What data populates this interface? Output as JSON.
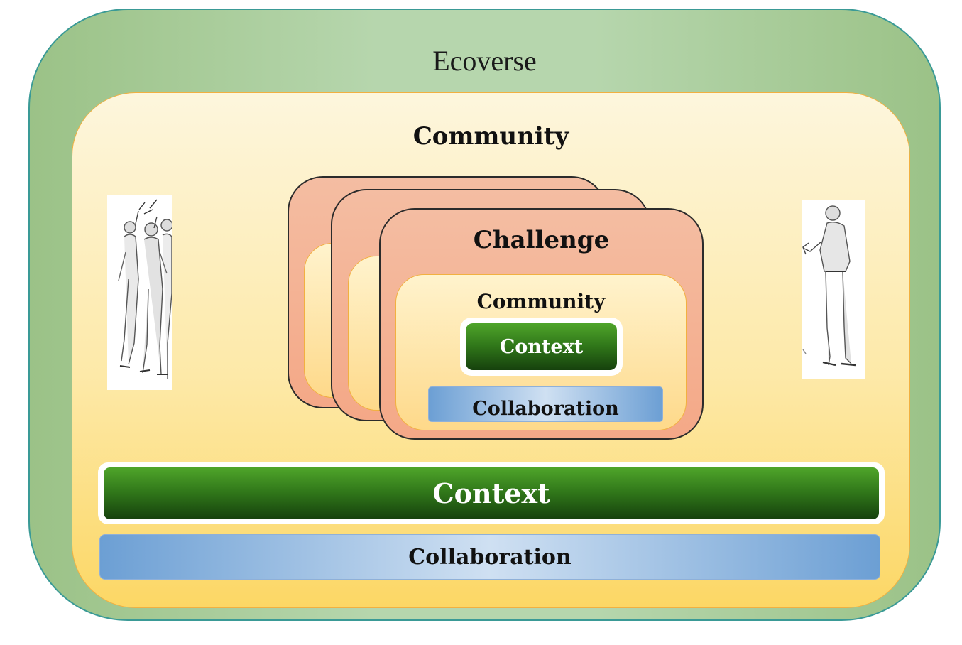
{
  "ecoverse": {
    "title": "Ecoverse"
  },
  "community": {
    "title": "Community"
  },
  "challenge": {
    "title": "Challenge",
    "community_title": "Community",
    "context_label": "Context",
    "collaboration_label": "Collaboration"
  },
  "context": {
    "label": "Context"
  },
  "collaboration": {
    "label": "Collaboration"
  },
  "colors": {
    "ecoverse_fill": "#b6d6ad",
    "community_fill": "#fde9a8",
    "challenge_fill": "#f4b598",
    "context_fill": "#2f7519",
    "collaboration_fill": "#9dbfe4"
  },
  "icons": {
    "left": "people-group-sketch-icon",
    "right": "standing-man-sketch-icon"
  }
}
